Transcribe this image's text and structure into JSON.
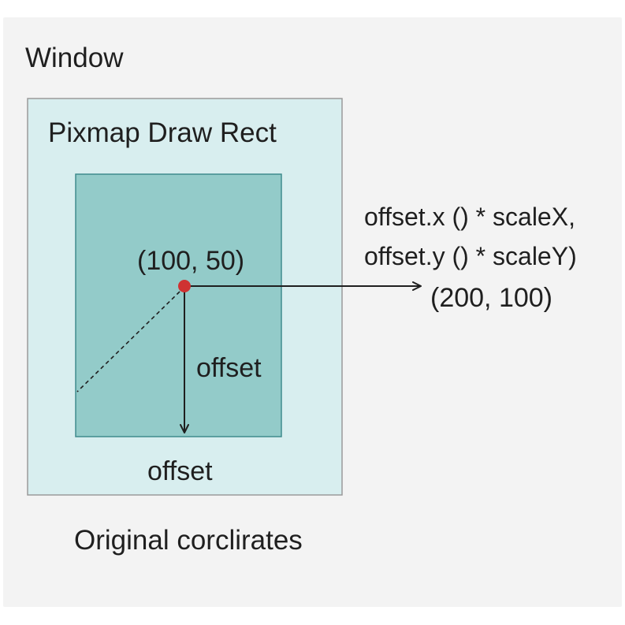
{
  "diagram": {
    "window_label": "Window",
    "pixmap_label": "Pixmap Draw Rect",
    "point_label": "(100, 50)",
    "formula_line1": "offset.x () * scaleX,",
    "formula_line2": "offset.y () * scaleY)",
    "result_label": "(200, 100)",
    "vertical_offset_label": "offset",
    "bottom_offset_label": "offset",
    "footer_label": "Original corclirates"
  },
  "colors": {
    "background": "#f3f3f3",
    "outer_rect_fill": "#d8eeef",
    "inner_rect_fill": "#93cbc9",
    "inner_rect_stroke": "#3f8b8d",
    "point": "#cf3232",
    "ink": "#1f1f1f"
  }
}
